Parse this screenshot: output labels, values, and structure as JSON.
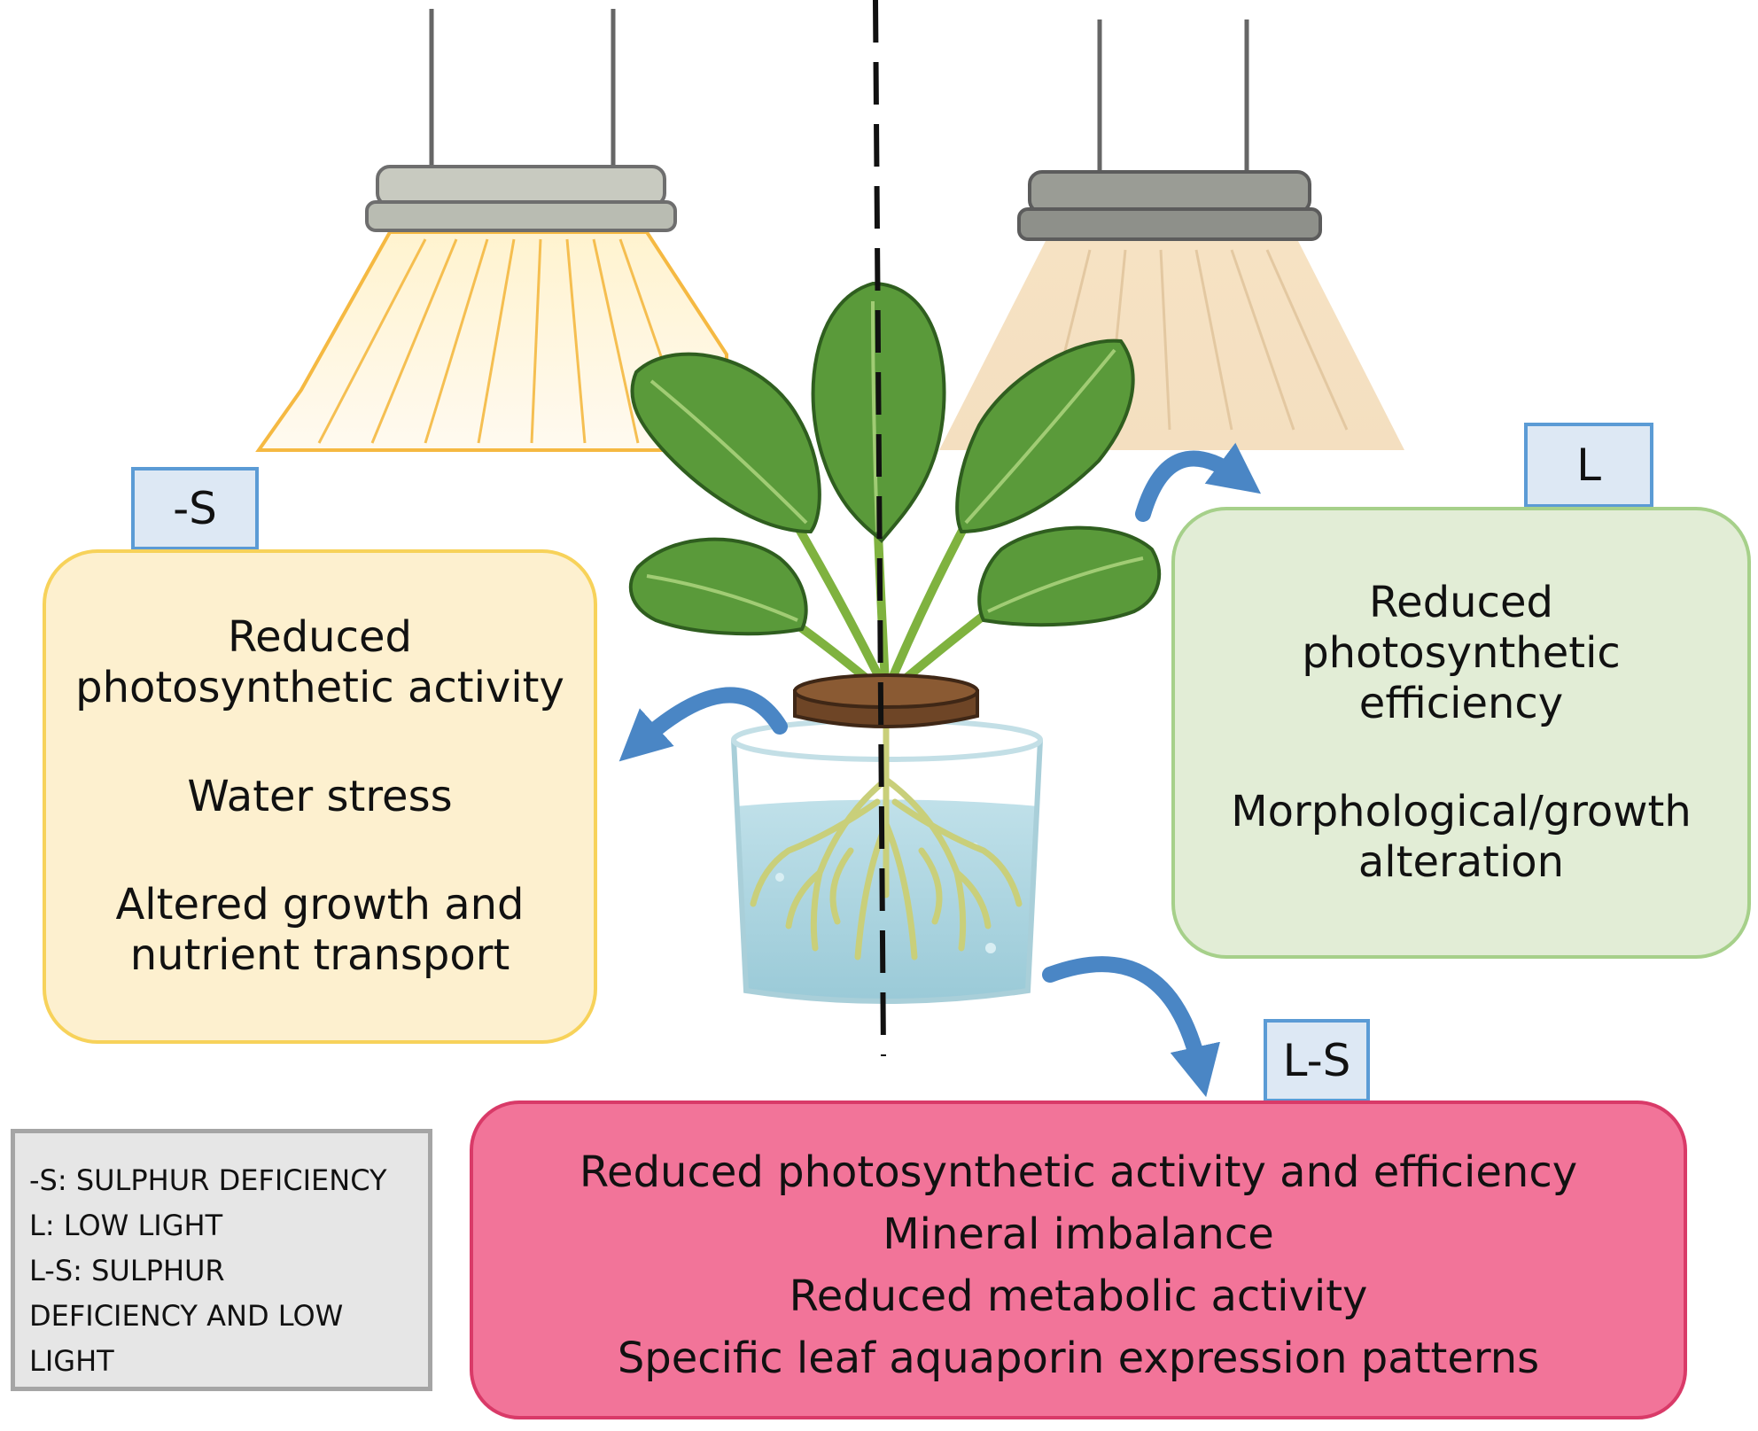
{
  "conditions": {
    "s": {
      "tag": "-S",
      "effects": [
        "Reduced",
        "photosynthetic activity",
        "",
        "Water stress",
        "",
        "Altered growth and",
        "nutrient transport"
      ]
    },
    "l": {
      "tag": "L",
      "effects": [
        "Reduced",
        "photosynthetic",
        "efficiency",
        "",
        "Morphological/growth",
        "alteration"
      ]
    },
    "ls": {
      "tag": "L-S",
      "effects": [
        "Reduced photosynthetic activity and efficiency",
        "Mineral imbalance",
        "Reduced metabolic activity",
        "Specific leaf aquaporin expression patterns"
      ]
    }
  },
  "legend": {
    "lines": [
      "-S: SULPHUR DEFICIENCY",
      "L: LOW LIGHT",
      "L-S: SULPHUR",
      "DEFICIENCY AND LOW",
      "LIGHT"
    ]
  },
  "colors": {
    "s_box_fill": "#fdf0cf",
    "s_box_border": "#f7d25a",
    "l_box_fill": "#e2edd6",
    "l_box_border": "#a6d08a",
    "ls_box_fill": "#f27499",
    "ls_box_border": "#d93a68",
    "tag_fill": "#dde8f4",
    "tag_border": "#5b9bd5",
    "arrow": "#4a86c5",
    "leaf": "#5a9a3a",
    "water": "#a9d4e0"
  }
}
